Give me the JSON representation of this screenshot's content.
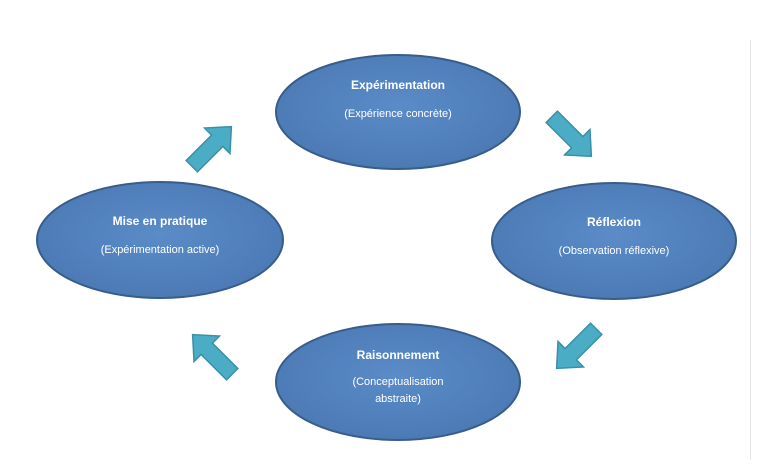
{
  "colors": {
    "ellipse_fill": "#4f81bd",
    "ellipse_stroke": "#385d8a",
    "arrow_fill": "#4bacc6",
    "arrow_stroke": "#3a8fa6",
    "text": "#ffffff"
  },
  "nodes": {
    "experimentation": {
      "title": "Expérimentation",
      "subtitle": "(Expérience concrète)"
    },
    "reflexion": {
      "title": "Réflexion",
      "subtitle": "(Observation réflexive)"
    },
    "raisonnement": {
      "title": "Raisonnement",
      "subtitle_line1": "(Conceptualisation",
      "subtitle_line2": "abstraite)"
    },
    "mise_en_pratique": {
      "title": "Mise en pratique",
      "subtitle": "(Expérimentation active)"
    }
  },
  "arrows": [
    "arrow-top-right",
    "arrow-bottom-right",
    "arrow-bottom-left",
    "arrow-top-left"
  ]
}
